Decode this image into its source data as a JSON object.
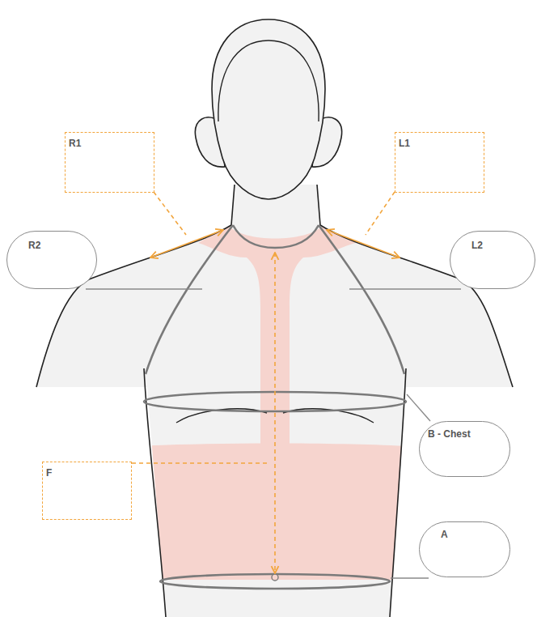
{
  "diagram": {
    "nodes": [
      {
        "text": [
          "R1"
        ]
      },
      {
        "text": [
          "L1"
        ]
      },
      {
        "text": [
          "R2"
        ]
      },
      {
        "text": [
          "L2"
        ]
      },
      {
        "text": [
          "B - Chest"
        ]
      },
      {
        "text": [
          "F"
        ]
      },
      {
        "text": [
          "A"
        ]
      }
    ]
  }
}
